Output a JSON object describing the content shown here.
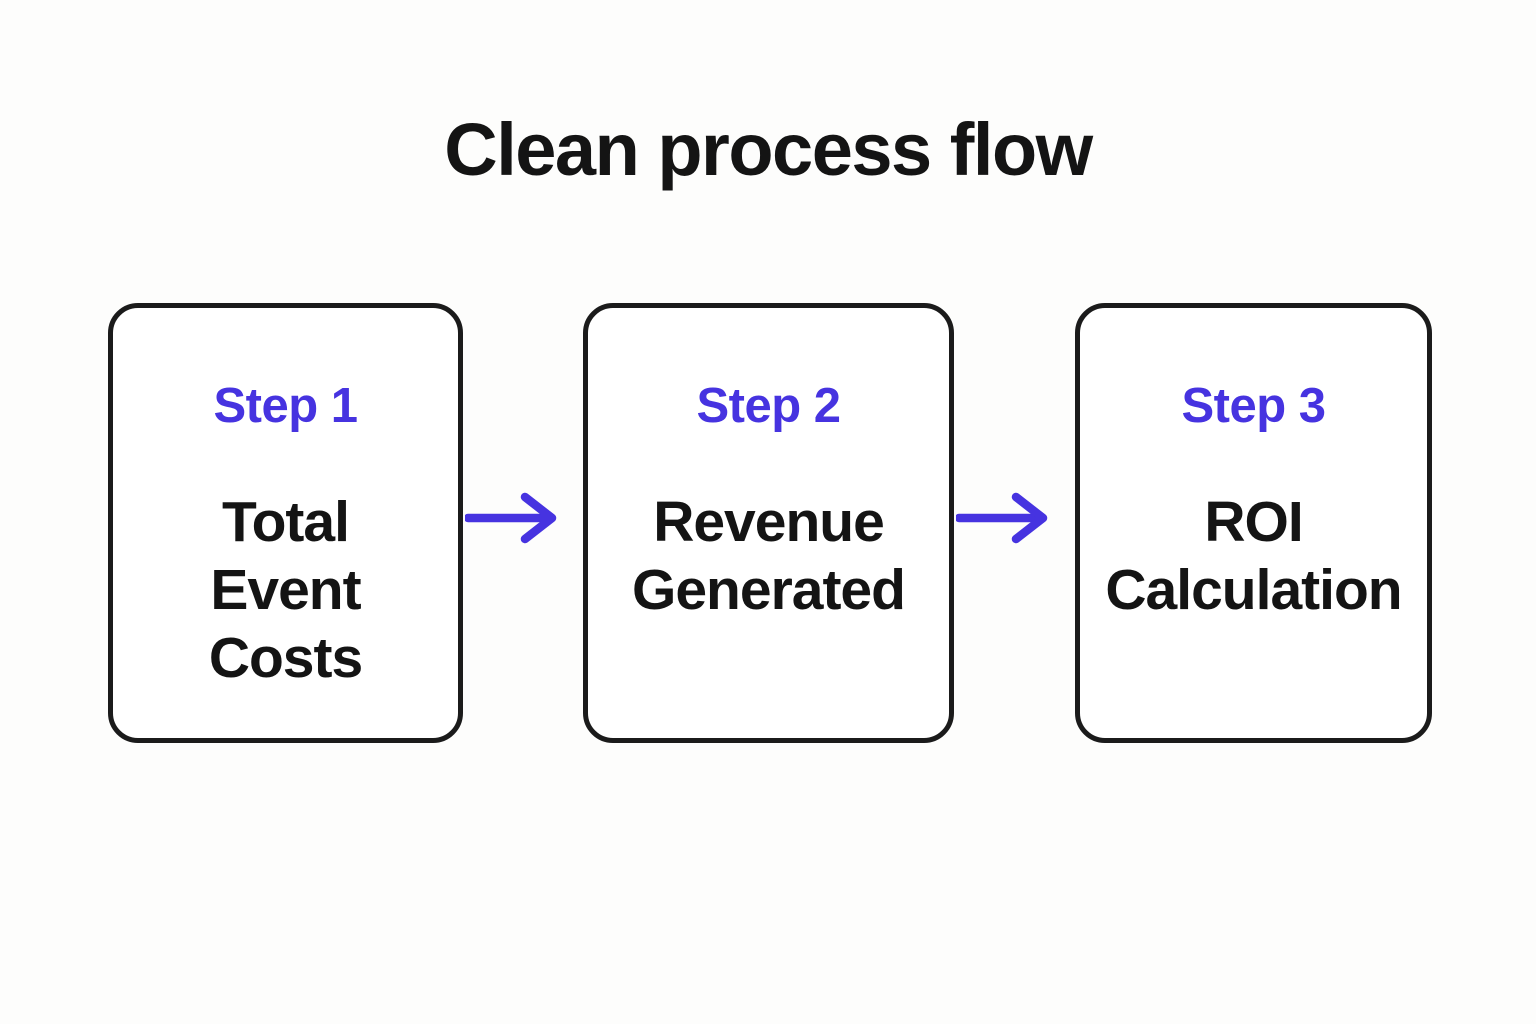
{
  "title": "Clean process flow",
  "colors": {
    "accent": "#4633E0",
    "text": "#141414",
    "border": "#1B1B1B",
    "background": "#FDFDFC",
    "box_fill": "#FFFFFF"
  },
  "flow": {
    "connector": "arrow-right",
    "steps": [
      {
        "step_label": "Step 1",
        "title": "Total\nEvent\nCosts"
      },
      {
        "step_label": "Step 2",
        "title": "Revenue\nGenerated"
      },
      {
        "step_label": "Step 3",
        "title": "ROI\nCalculation"
      }
    ]
  }
}
